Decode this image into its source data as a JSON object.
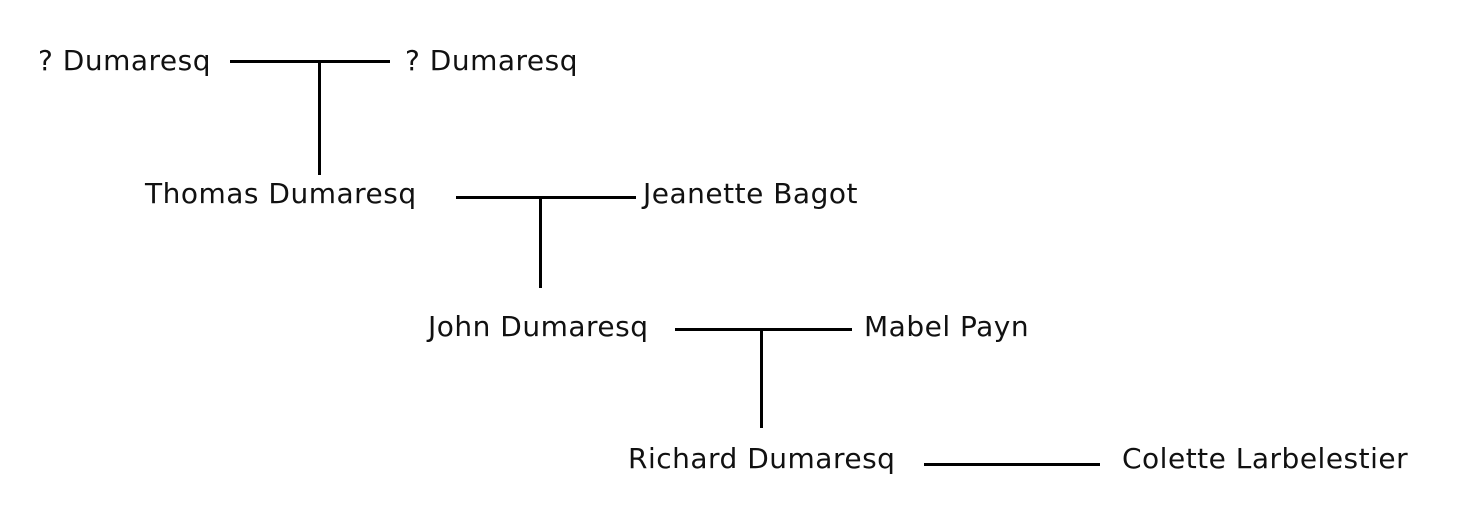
{
  "tree": {
    "generations": [
      {
        "left": "? Dumaresq",
        "right": "? Dumaresq"
      },
      {
        "left": "Thomas Dumaresq",
        "right": "Jeanette Bagot"
      },
      {
        "left": "John Dumaresq",
        "right": "Mabel Payn"
      },
      {
        "left": "Richard Dumaresq",
        "right": "Colette Larbelestier"
      }
    ]
  }
}
